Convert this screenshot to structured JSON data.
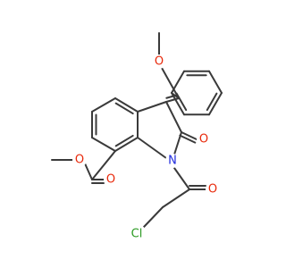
{
  "molecule": {
    "atoms": {
      "methoxy_o": "O",
      "ketone_o": "O",
      "nitrogen": "N",
      "ester_o_single": "O",
      "ester_o_double": "O",
      "acyl_o": "O",
      "chlorine": "Cl"
    }
  },
  "colors": {
    "bond": "#3a3a3a",
    "oxygen": "#e8280a",
    "nitrogen": "#1f2adc",
    "chlorine": "#2b9a22"
  }
}
